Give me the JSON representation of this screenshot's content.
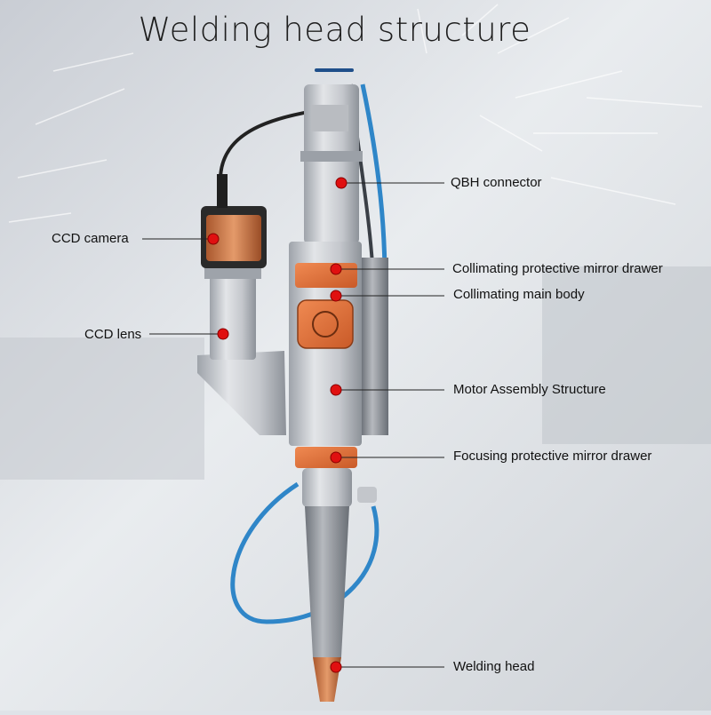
{
  "title": "Welding head structure",
  "colors": {
    "accent_bar": "#1f4f8a",
    "marker": "#e01010",
    "orange_parts": "#e06a36",
    "hose_blue": "#2f86c8",
    "body_metal": "#c9ccd1"
  },
  "labels": {
    "qbh_connector": "QBH connector",
    "ccd_camera": "CCD camera",
    "collimating_drawer": "Collimating protective mirror drawer",
    "collimating_body": "Collimating main body",
    "ccd_lens": "CCD lens",
    "motor_assembly": "Motor Assembly Structure",
    "focusing_drawer": "Focusing protective mirror drawer",
    "welding_head": "Welding head"
  }
}
